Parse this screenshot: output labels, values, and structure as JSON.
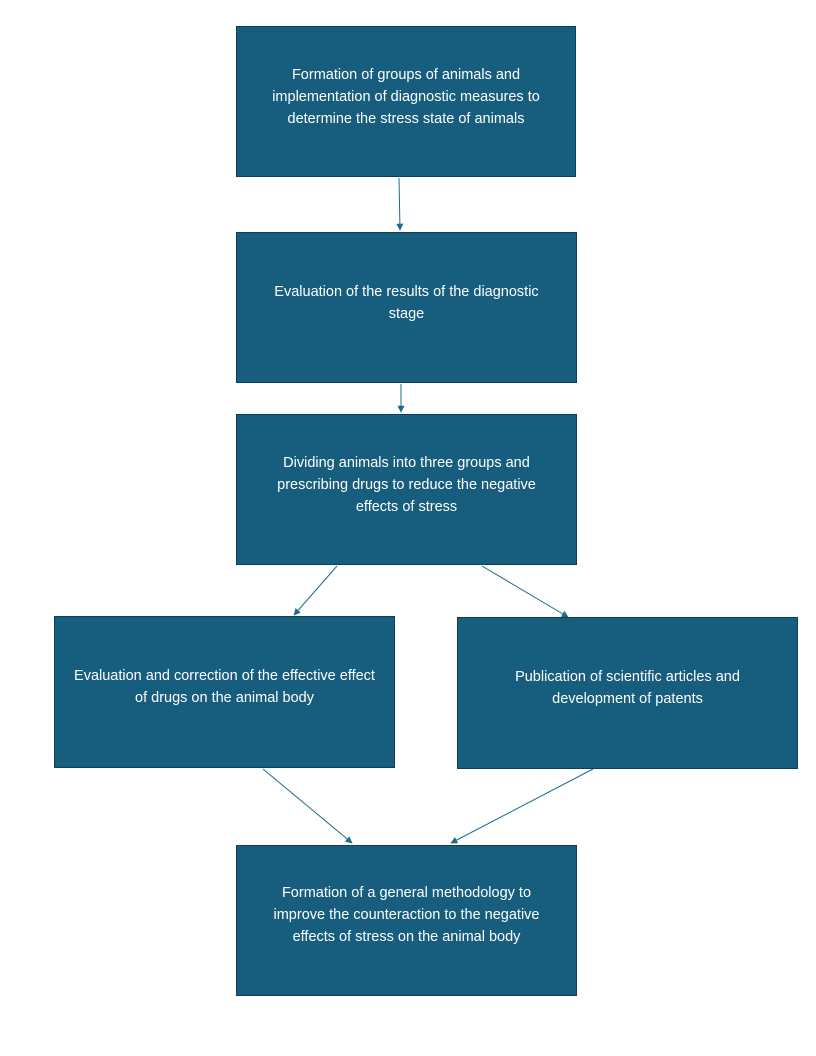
{
  "flowchart": {
    "colors": {
      "box_fill": "#175E7E",
      "box_border": "#0E3F56",
      "box_text": "#FFFFFF",
      "connector": "#1B6B8F"
    },
    "steps": {
      "diagnostics": "Formation of groups of animals and implementation of diagnostic measures to determine the stress state of animals",
      "evaluation": "Evaluation of the results of the diagnostic stage",
      "grouping": "Dividing animals into three groups and prescribing drugs to reduce the negative effects of stress",
      "correction": "Evaluation and correction of the effective effect of drugs on the animal body",
      "publication": "Publication of scientific articles and development of patents",
      "methodology": "Formation of a general methodology to improve the counteraction to the negative effects of stress on the animal body"
    },
    "connections": [
      {
        "from": "diagnostics",
        "to": "evaluation"
      },
      {
        "from": "evaluation",
        "to": "grouping"
      },
      {
        "from": "grouping",
        "to": "correction"
      },
      {
        "from": "grouping",
        "to": "publication"
      },
      {
        "from": "correction",
        "to": "methodology"
      },
      {
        "from": "publication",
        "to": "methodology"
      }
    ]
  }
}
